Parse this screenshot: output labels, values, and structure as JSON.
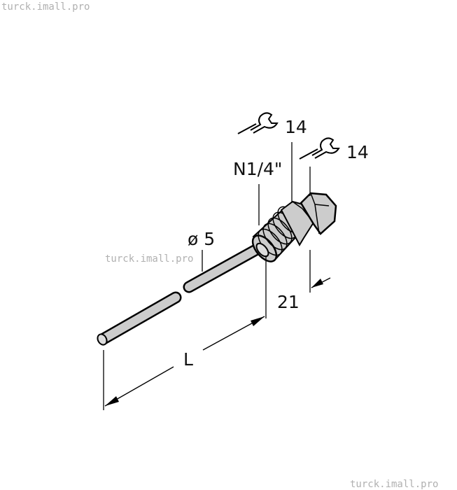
{
  "watermark": "turck.imall.pro",
  "labels": {
    "wrench_size_1": "14",
    "wrench_size_2": "14",
    "thread": "N1/4\"",
    "diameter": "ø 5",
    "hex_length": "21",
    "length": "L"
  },
  "icons": [
    "wrench-icon",
    "wrench-icon"
  ],
  "colors": {
    "part_fill": "#cccccc",
    "outline": "#000000",
    "watermark": "#b0b0b0"
  }
}
